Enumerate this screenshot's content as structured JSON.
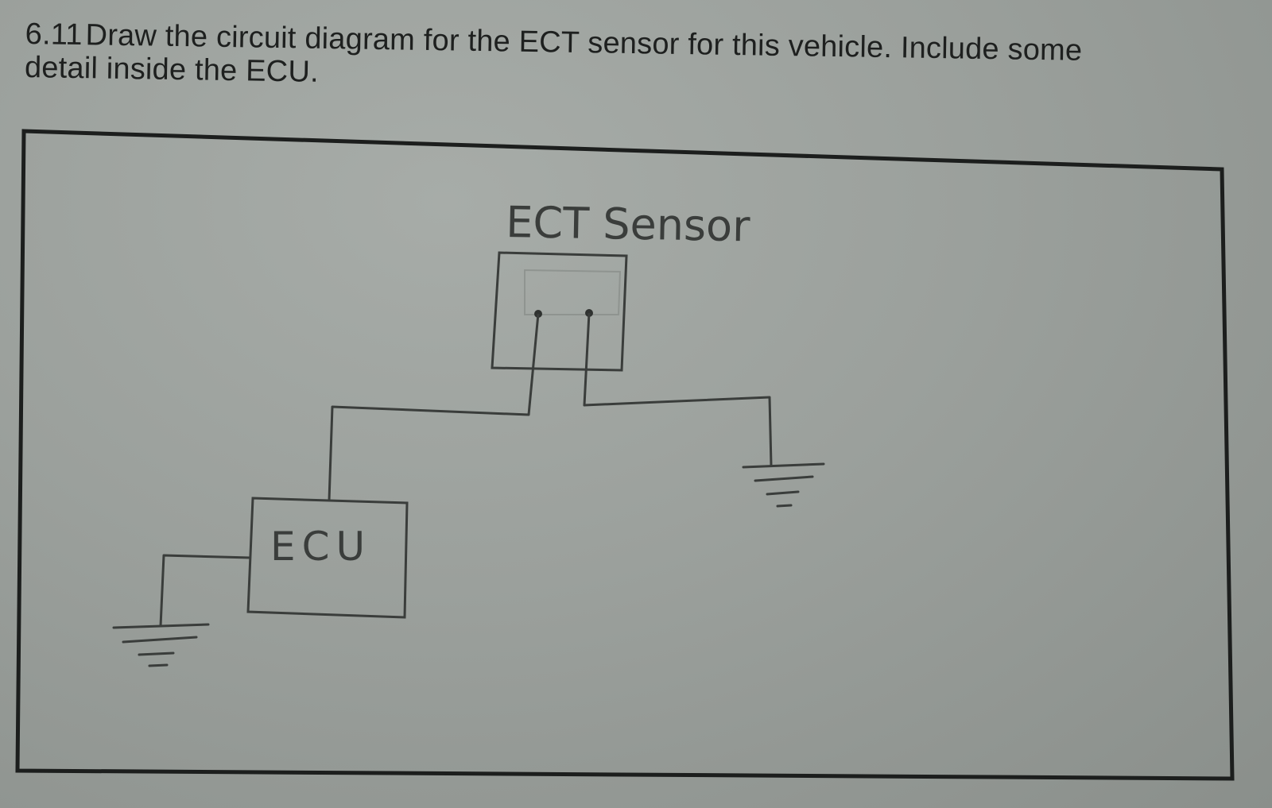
{
  "question": {
    "number": "6.11",
    "text_line1": "Draw the circuit diagram for the ECT sensor for this vehicle. Include some",
    "text_line2": "detail inside the ECU."
  },
  "diagram": {
    "sensor_label": "ECT Sensor",
    "ecu_label": "ECU",
    "components": [
      {
        "name": "ECT Sensor",
        "type": "box",
        "terminals": 2
      },
      {
        "name": "ECU",
        "type": "box"
      },
      {
        "name": "Ground (sensor side)",
        "type": "ground-symbol"
      },
      {
        "name": "Ground (ECU side)",
        "type": "ground-symbol"
      }
    ],
    "connections": [
      "ECT Sensor terminal 1 -> ECU top",
      "ECT Sensor terminal 2 -> Ground",
      "ECU left side -> Ground"
    ]
  },
  "colors": {
    "paper": "#9ba09c",
    "ink_print": "#1e201f",
    "ink_pencil": "#3a3d3b"
  }
}
